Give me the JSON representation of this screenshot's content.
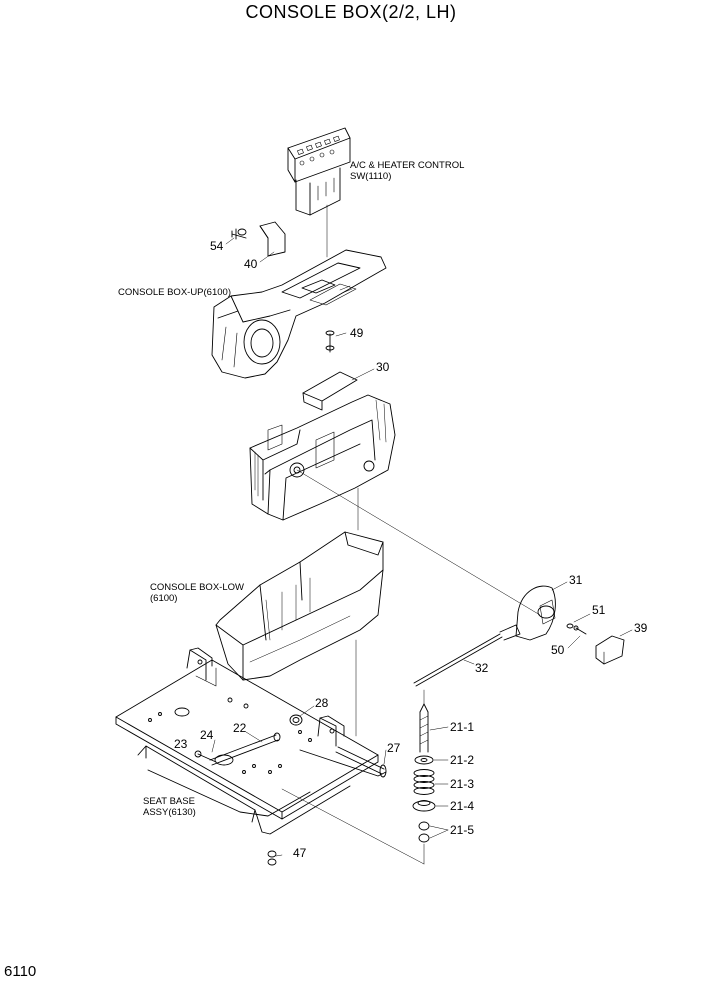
{
  "title": "CONSOLE BOX(2/2, LH)",
  "page_number": "6110",
  "assemblies": {
    "ac_heater": "A/C & HEATER CONTROL SW(1110)",
    "console_up": "CONSOLE BOX-UP(6100)",
    "console_low": "CONSOLE BOX-LOW (6100)",
    "seat_base": "SEAT BASE ASSY(6130)"
  },
  "callouts": {
    "p54": "54",
    "p40": "40",
    "p49": "49",
    "p30": "30",
    "p31": "31",
    "p51": "51",
    "p39": "39",
    "p50": "50",
    "p32": "32",
    "p28": "28",
    "p22": "22",
    "p24": "24",
    "p23": "23",
    "p27": "27",
    "p47": "47",
    "p21_1": "21-1",
    "p21_2": "21-2",
    "p21_3": "21-3",
    "p21_4": "21-4",
    "p21_5": "21-5"
  }
}
